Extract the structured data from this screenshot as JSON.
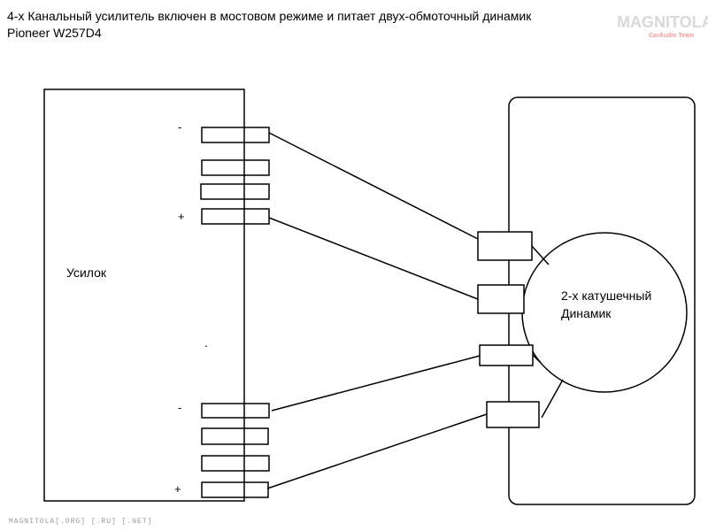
{
  "header": {
    "title_line1": "4-х Канальный усилитель включен в мостовом режиме и питает двух-обмоточный динамик",
    "title_line2": "Pioneer  W257D4"
  },
  "logo": {
    "main": "MAGNITOLA",
    "sub": "CarAudio Team"
  },
  "amplifier": {
    "label": "Усилок",
    "dot": ".",
    "signs": {
      "top_minus": "-",
      "top_plus": "+",
      "bottom_minus": "-",
      "bottom_plus": "+"
    }
  },
  "speaker": {
    "label_line1": "2-х катушечный",
    "label_line2": "Динамик"
  },
  "footer": {
    "text": "MAGNITOLA[.ORG] [.RU] [.NET]"
  }
}
